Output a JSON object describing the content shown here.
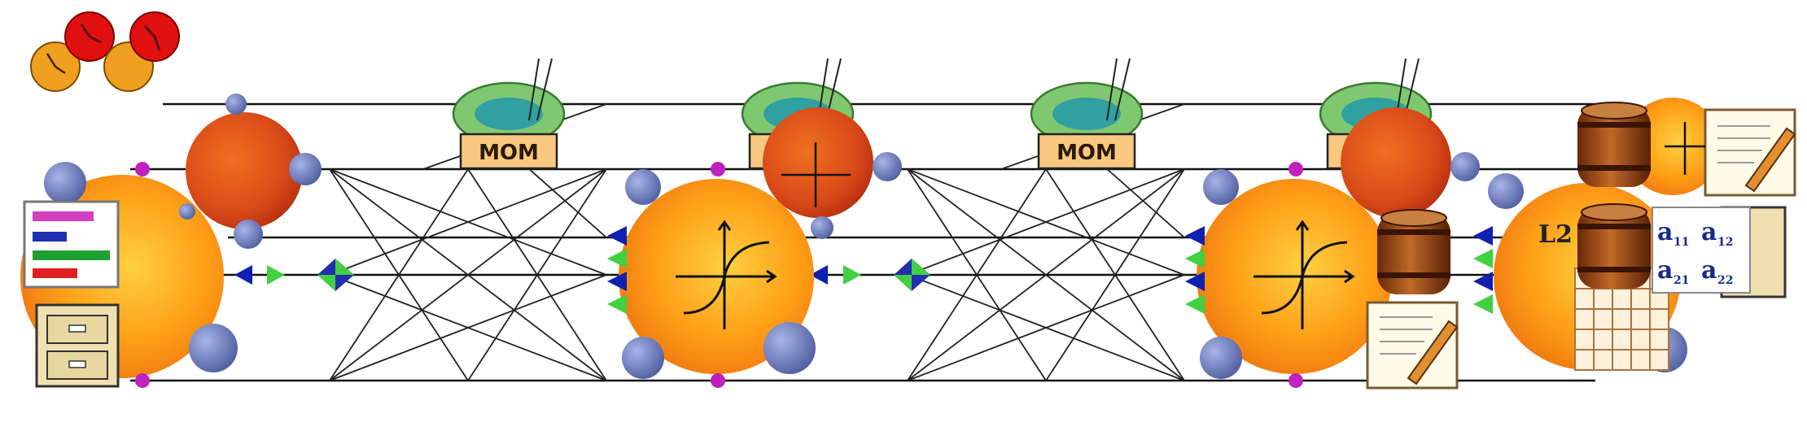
{
  "mom_label": "MOM",
  "l2_label": "L2",
  "matrix": {
    "symbol": "a",
    "cells": [
      "11",
      "12",
      "21",
      "22"
    ]
  },
  "colors": {
    "line": "#111111",
    "orange": "#ff9a10",
    "orange_light": "#ffc038",
    "orange_dark": "#e06010",
    "dark_blob": "#d85018",
    "node_blue": "#6a78b8",
    "node_magenta": "#c020c0",
    "triangle_green": "#40d040",
    "triangle_blue": "#1020b0",
    "mom_green": "#80c870",
    "mom_box": "#f8c880",
    "barrel": "#9a4a18",
    "clock_red": "#e01010",
    "clock_orange": "#f0a020"
  }
}
